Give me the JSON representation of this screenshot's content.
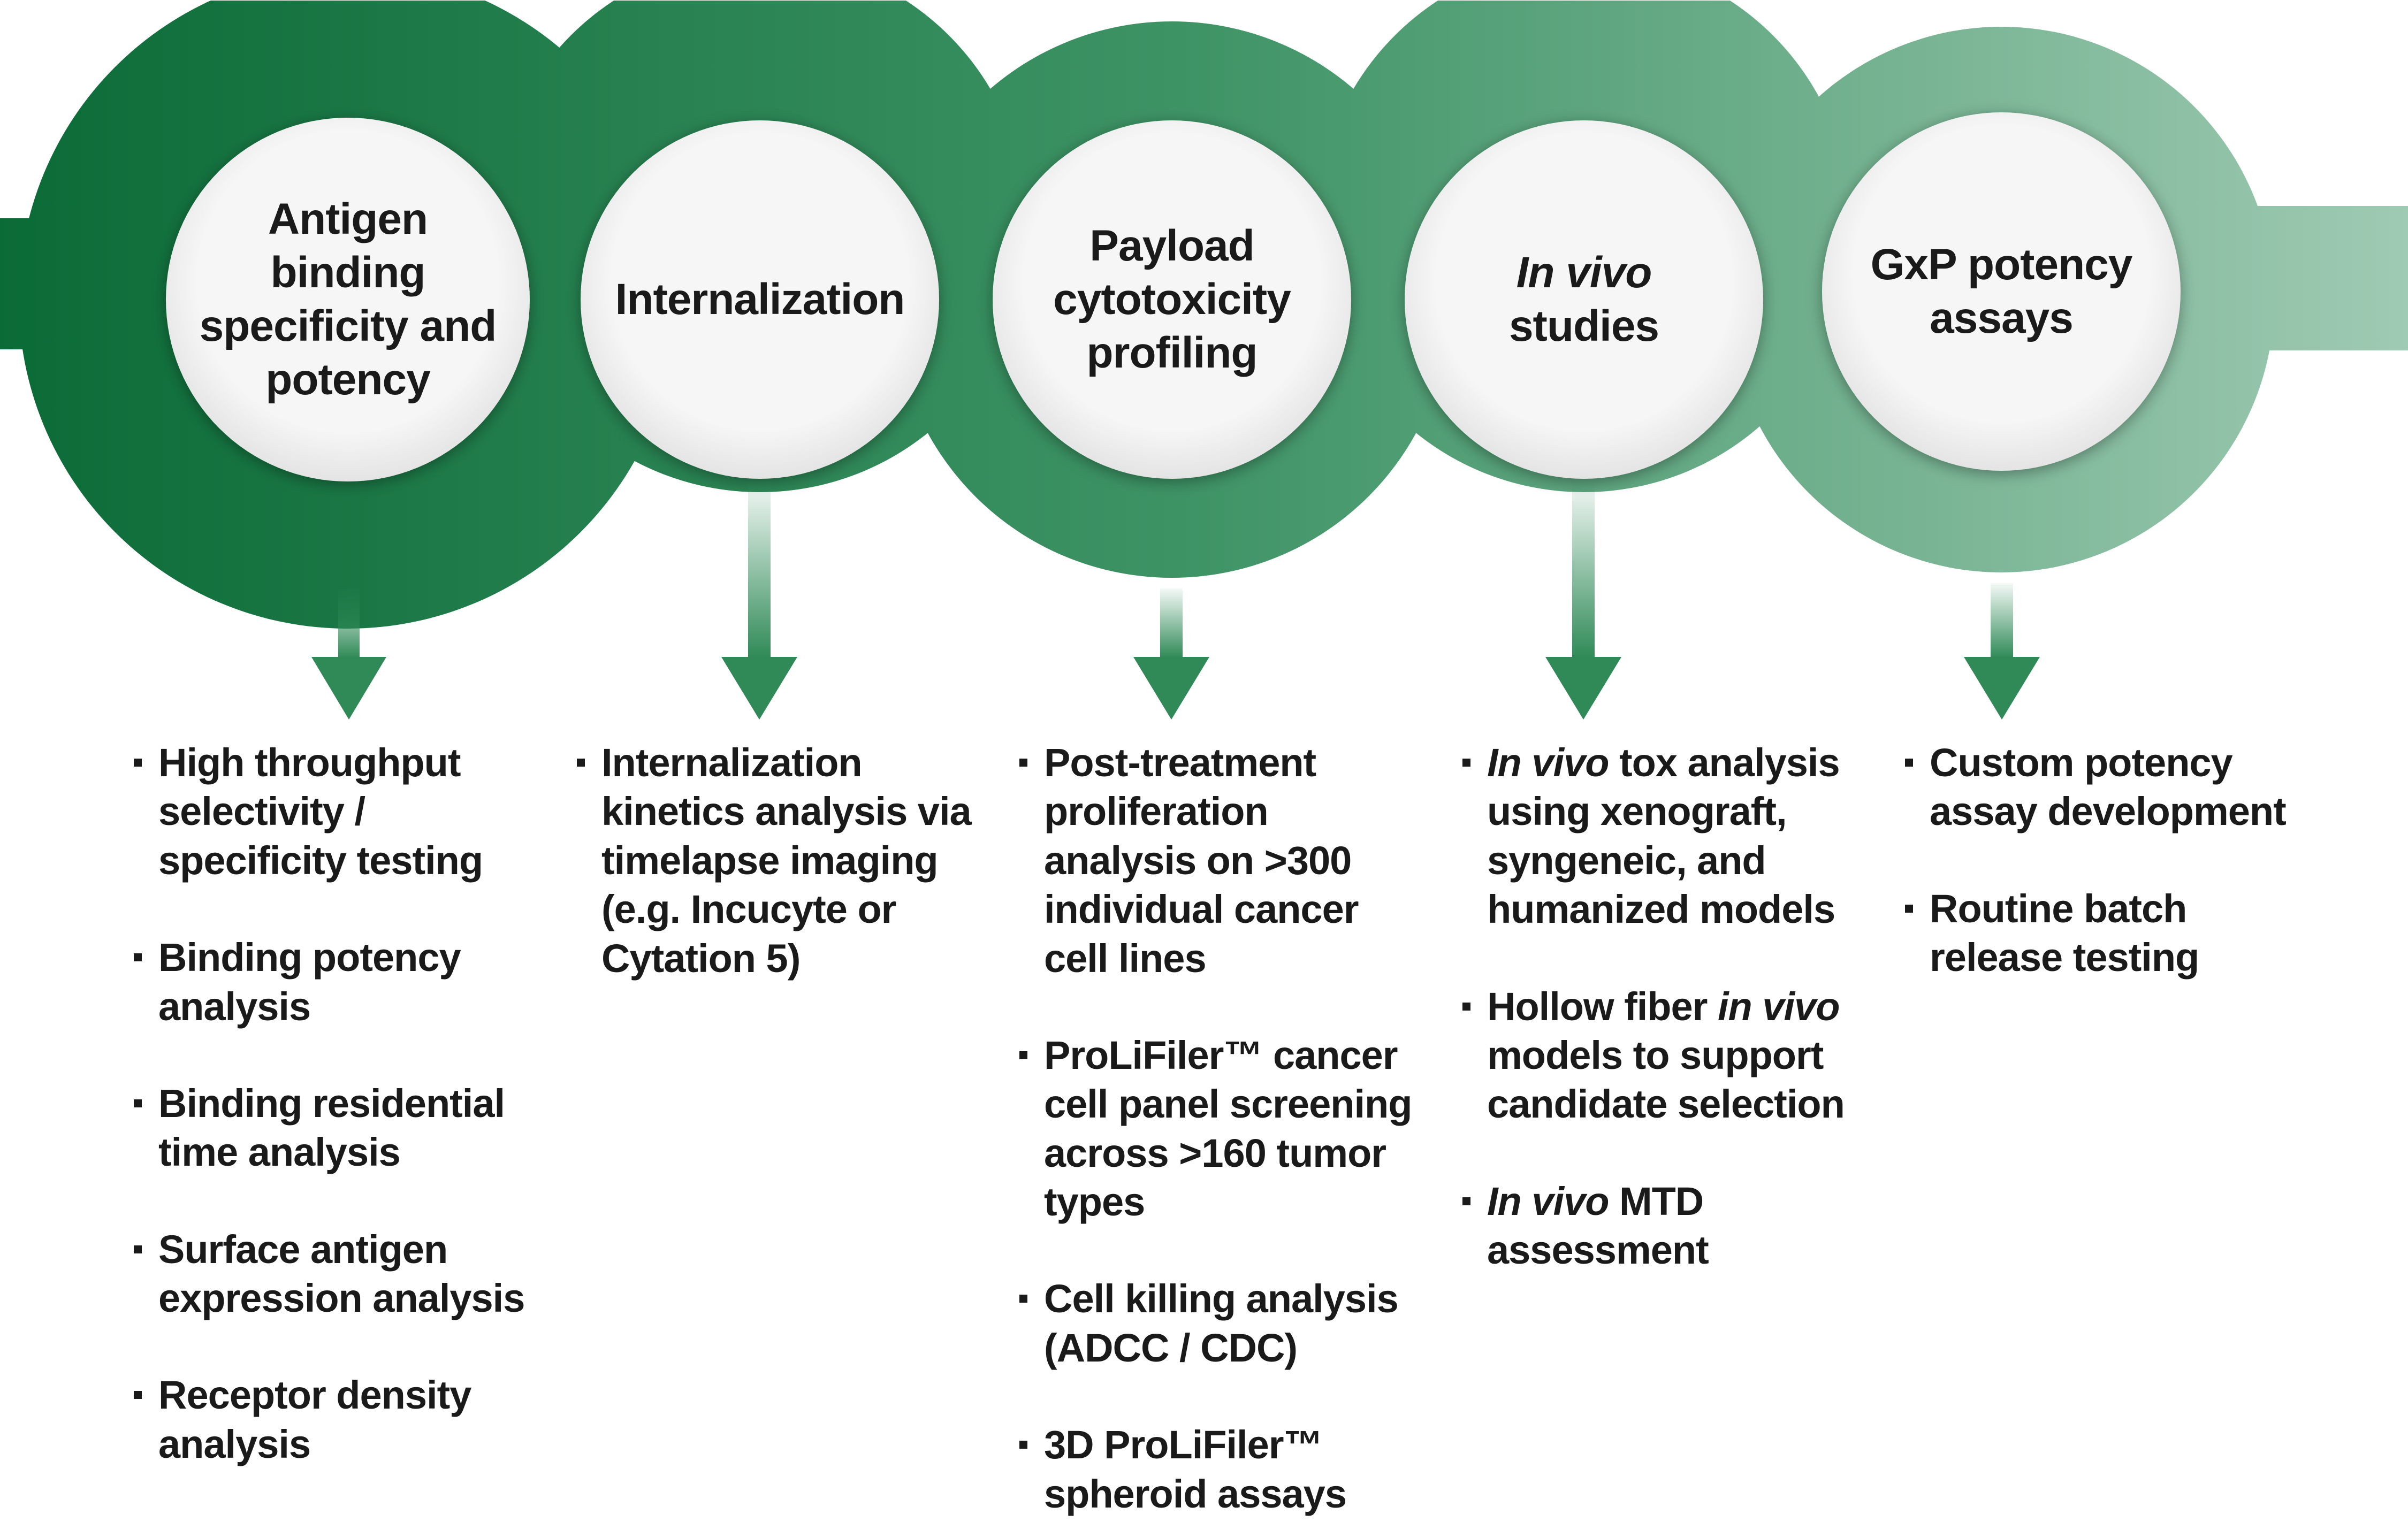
{
  "stages": [
    {
      "id": "antigen-binding",
      "title_lines": [
        "Antigen",
        "binding",
        "specificity and",
        "potency"
      ],
      "items": [
        [
          {
            "t": "High throughput selectivity / specificity testing",
            "i": false
          }
        ],
        [
          {
            "t": "Binding potency analysis",
            "i": false
          }
        ],
        [
          {
            "t": "Binding residential time analysis",
            "i": false
          }
        ],
        [
          {
            "t": "Surface antigen expression analysis",
            "i": false
          }
        ],
        [
          {
            "t": "Receptor density analysis",
            "i": false
          }
        ]
      ]
    },
    {
      "id": "internalization",
      "title_lines": [
        "Internalization"
      ],
      "items": [
        [
          {
            "t": "Internalization kinetics analysis via timelapse imaging (e.g. Incucyte or Cytation 5)",
            "i": false
          }
        ]
      ]
    },
    {
      "id": "payload-cytotoxicity",
      "title_lines": [
        "Payload",
        "cytotoxicity",
        "profiling"
      ],
      "items": [
        [
          {
            "t": "Post-treatment proliferation analysis on >300 individual cancer cell lines",
            "i": false
          }
        ],
        [
          {
            "t": "ProLiFiler™ cancer cell panel screening across >160 tumor types",
            "i": false
          }
        ],
        [
          {
            "t": "Cell killing analysis (ADCC / CDC)",
            "i": false
          }
        ],
        [
          {
            "t": "3D ProLiFiler™ spheroid assays",
            "i": false
          }
        ]
      ]
    },
    {
      "id": "in-vivo-studies",
      "title_parts": [
        {
          "t": "In vivo",
          "i": true
        },
        {
          "t": " studies",
          "i": false
        }
      ],
      "items": [
        [
          {
            "t": "In vivo",
            "i": true
          },
          {
            "t": " tox analysis using xenograft, syngeneic, and humanized models",
            "i": false
          }
        ],
        [
          {
            "t": "Hollow fiber ",
            "i": false
          },
          {
            "t": "in vivo",
            "i": true
          },
          {
            "t": " models to support candidate selection",
            "i": false
          }
        ],
        [
          {
            "t": "In vivo",
            "i": true
          },
          {
            "t": " MTD assessment",
            "i": false
          }
        ]
      ]
    },
    {
      "id": "gxp-potency",
      "title_lines": [
        "GxP potency",
        "assays"
      ],
      "items": [
        [
          {
            "t": "Custom potency assay development",
            "i": false
          }
        ],
        [
          {
            "t": "Routine batch release testing",
            "i": false
          }
        ]
      ]
    }
  ],
  "colors": {
    "green_dark": "#0b6b37",
    "green_mid": "#3f9466",
    "green_light": "#93c3a9",
    "circle_fill": "#f2f2f2",
    "text": "#1a1a1a"
  },
  "icons": [
    "bullet-square",
    "down-arrow"
  ]
}
